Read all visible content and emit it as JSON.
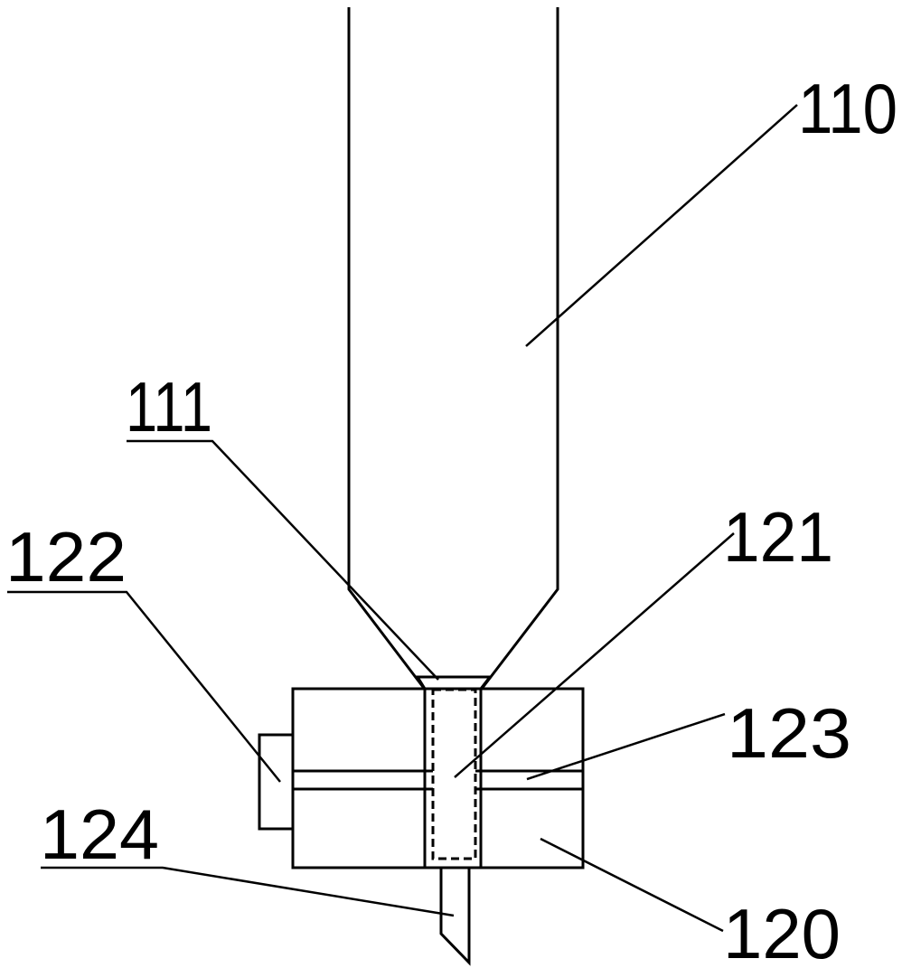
{
  "diagram": {
    "labels": {
      "hopper": "110",
      "hopper_outlet": "111",
      "block": "120",
      "channel_insert": "121",
      "side_actuator": "122",
      "transverse_channel": "123",
      "nozzle": "124"
    },
    "colors": {
      "line": "#000000",
      "background": "#ffffff"
    }
  }
}
